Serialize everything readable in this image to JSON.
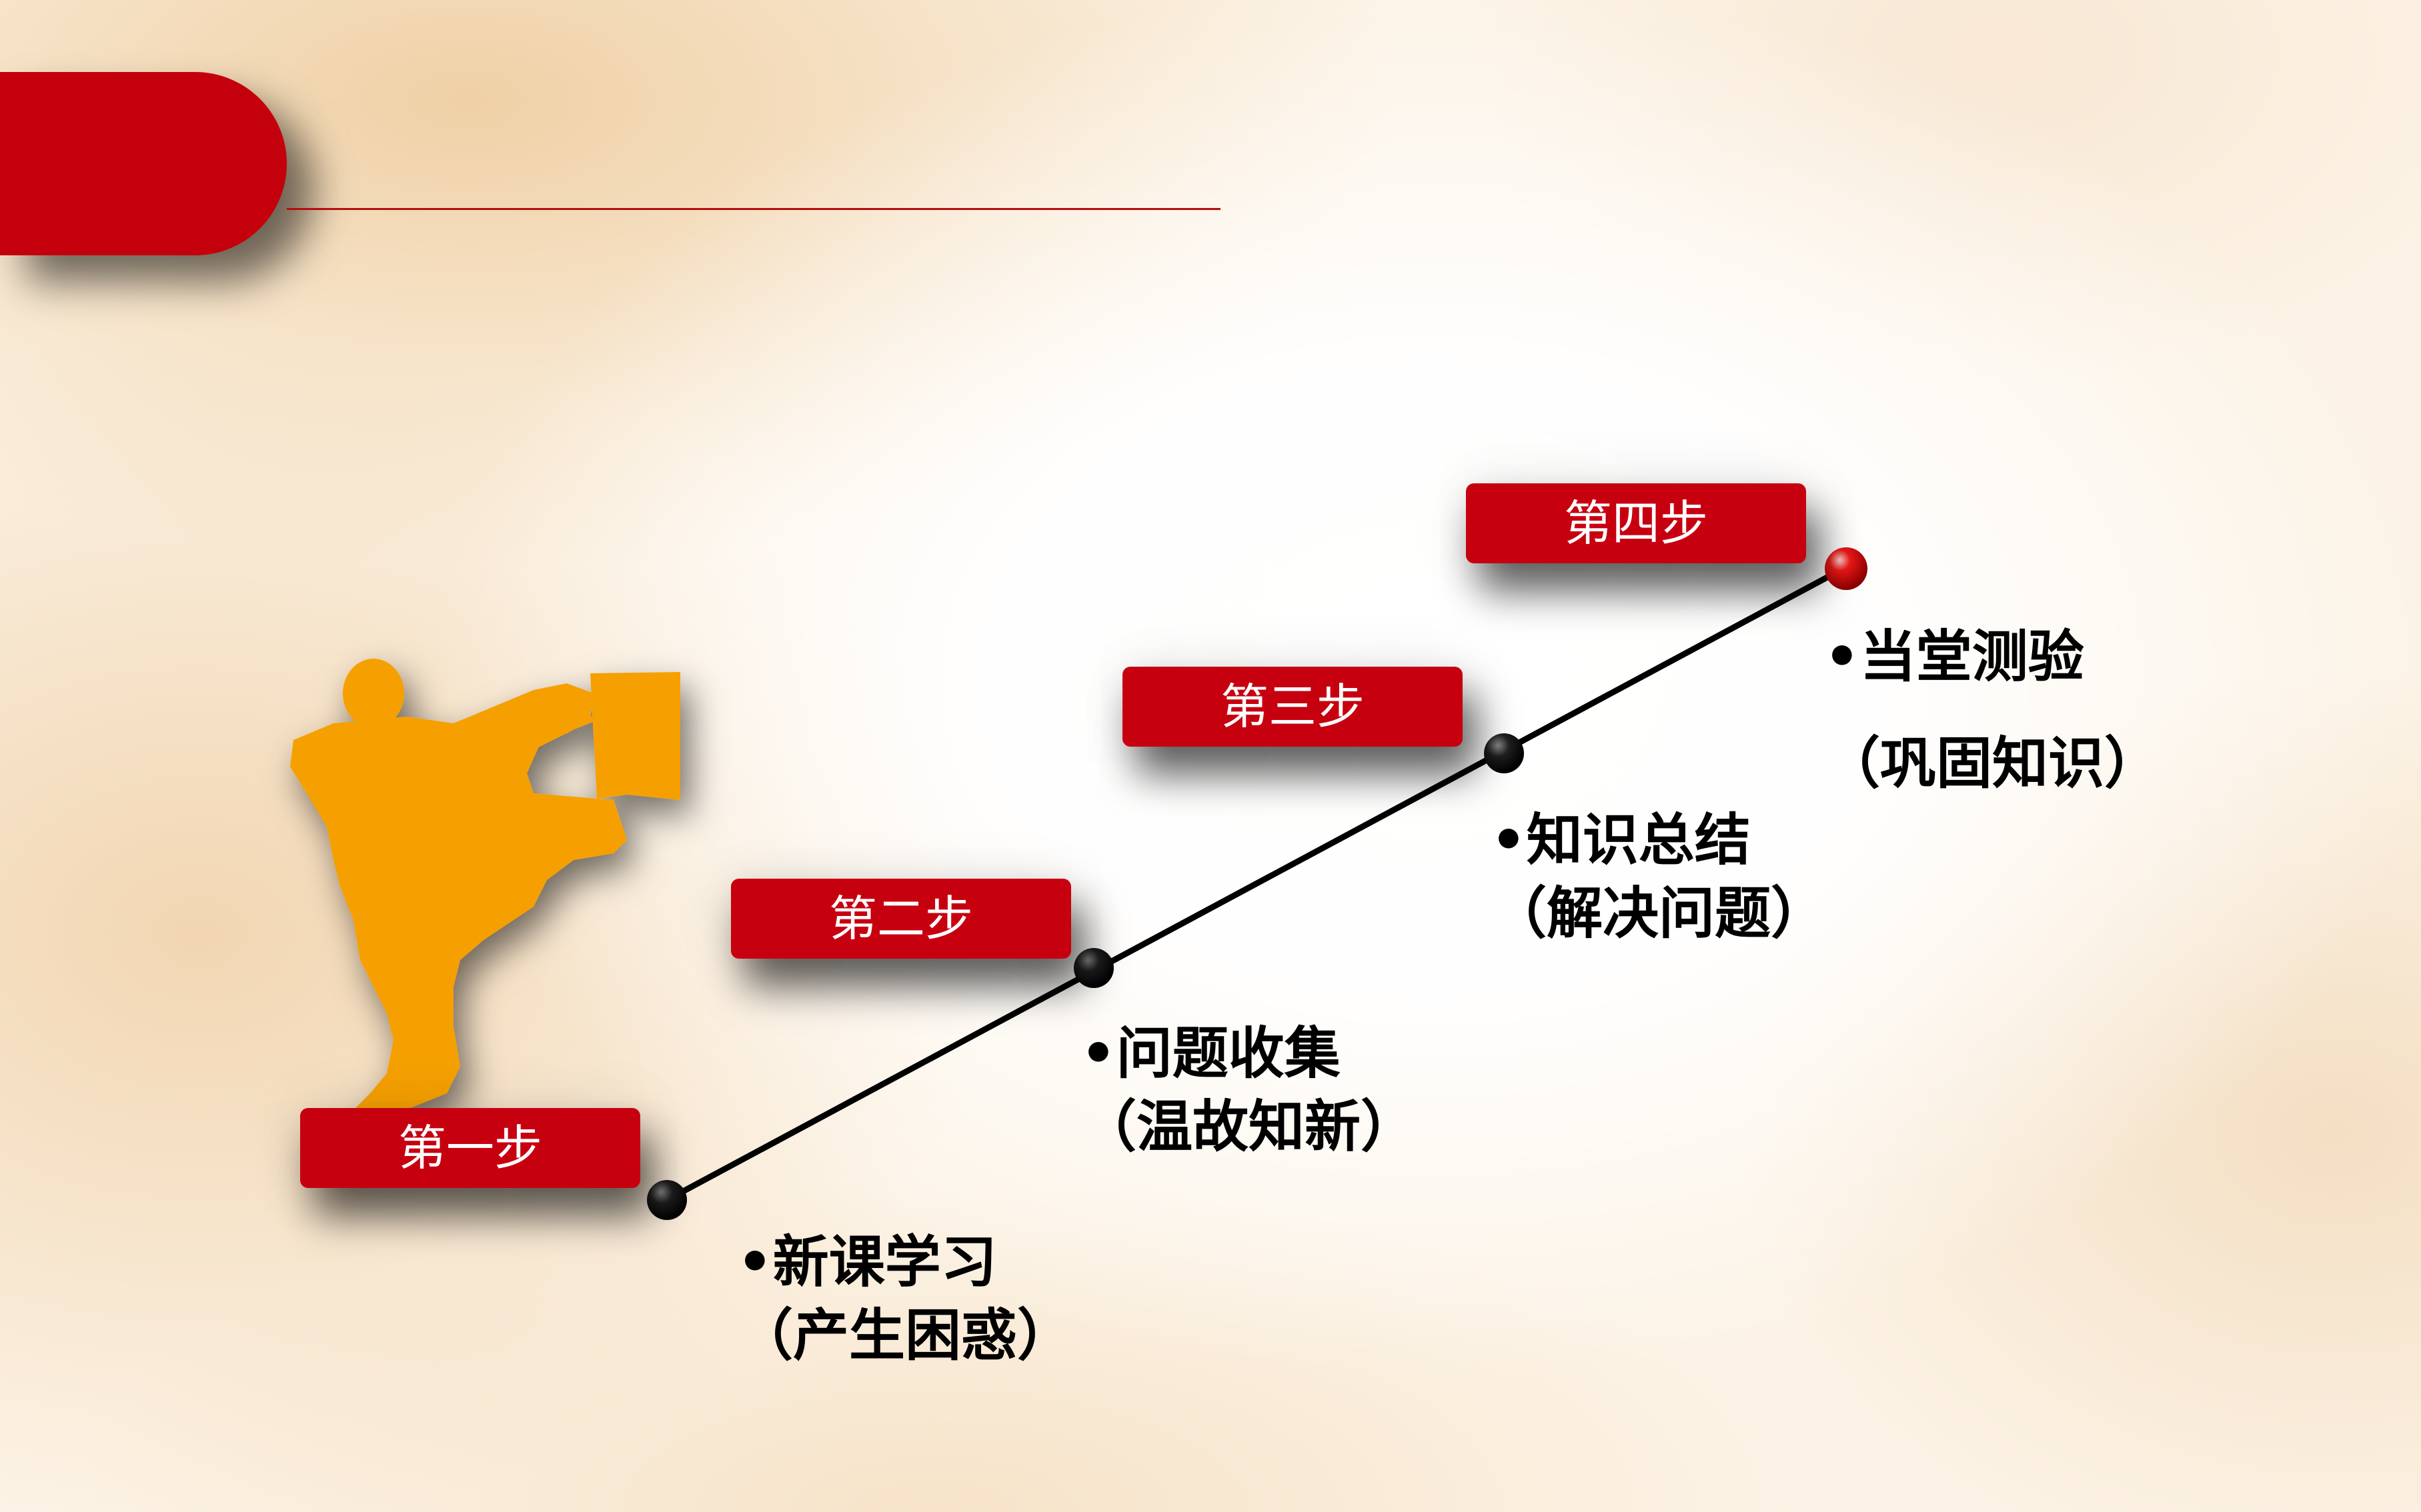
{
  "steps": [
    {
      "label": "第一步",
      "title": "•新课学习",
      "detail": "（产生困惑）"
    },
    {
      "label": "第二步",
      "title": "•问题收集",
      "detail": "（温故知新）"
    },
    {
      "label": "第三步",
      "title": "•知识总结",
      "detail": "（解决问题）"
    },
    {
      "label": "第四步",
      "title": "•当堂测验",
      "detail": "（巩固知识）"
    }
  ],
  "colors": {
    "accent_red": "#c70010",
    "figure_orange": "#f5a000",
    "line_black": "#000000"
  },
  "icons": {
    "figure": "climbing-person-silhouette-icon",
    "milestone": "milestone-dot-icon",
    "goal": "red-goal-dot-icon"
  }
}
